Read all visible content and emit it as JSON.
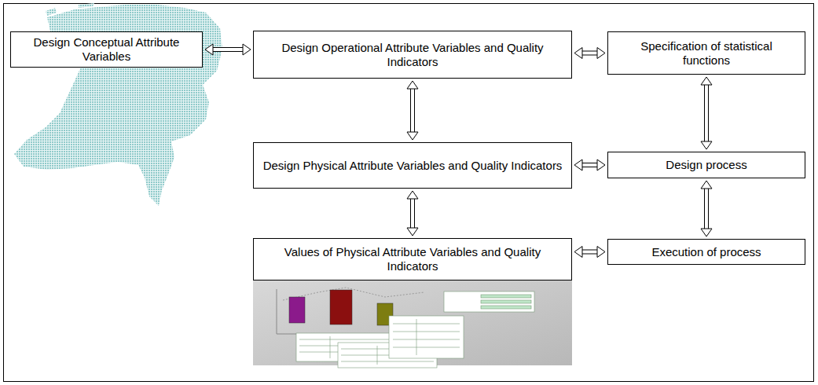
{
  "diagram": {
    "nodes": [
      {
        "text": [
          "Design Conceptual Attribute Variables"
        ]
      },
      {
        "text": [
          "Design Operational Attribute Variables and Quality Indicators"
        ]
      },
      {
        "text": [
          "Specification of statistical functions"
        ]
      },
      {
        "text": [
          "Design Physical Attribute Variables and Quality Indicators"
        ]
      },
      {
        "text": [
          "Design process"
        ]
      },
      {
        "text": [
          "Values of Physical Attribute Variables and Quality Indicators"
        ]
      },
      {
        "text": [
          "Execution of process"
        ]
      }
    ],
    "edges": [
      {
        "from": 0,
        "to": 1,
        "arrow": "both"
      },
      {
        "from": 1,
        "to": 2,
        "arrow": "both"
      },
      {
        "from": 1,
        "to": 3,
        "arrow": "both"
      },
      {
        "from": 2,
        "to": 4,
        "arrow": "both"
      },
      {
        "from": 3,
        "to": 4,
        "arrow": "both"
      },
      {
        "from": 3,
        "to": 5,
        "arrow": "both"
      },
      {
        "from": 4,
        "to": 6,
        "arrow": "both"
      },
      {
        "from": 5,
        "to": 6,
        "arrow": "both"
      }
    ]
  }
}
